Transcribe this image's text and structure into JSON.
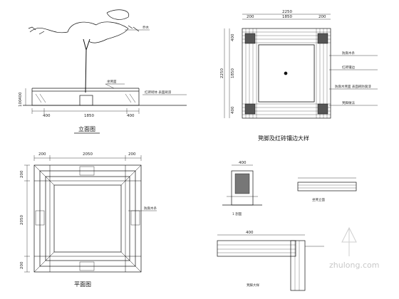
{
  "titles": {
    "elevation": "立面图",
    "detail": "凳脚及红砖镶边大样",
    "plan": "平面图"
  },
  "elevation": {
    "dims_bottom": [
      "400",
      "1850",
      "400"
    ],
    "dims_left": [
      "400",
      "100"
    ],
    "note_tree": "乔木",
    "note_bench": "坐凳面",
    "note_right": "红砖砌体 表面刷漆"
  },
  "detail": {
    "dims_top": [
      "200",
      "1850",
      "200"
    ],
    "dims_top_total": "2250",
    "dims_left": [
      "400",
      "1850",
      "400"
    ],
    "dims_left_total": "2250",
    "notes": [
      "防腐木条",
      "红砖镶边",
      "防腐木凳面 表面刷防腐漆",
      "凳脚做法"
    ]
  },
  "plan": {
    "dims_top": [
      "200",
      "2050",
      "200"
    ],
    "dims_left": [
      "200",
      "2050",
      "200"
    ],
    "note_right": "防腐木条"
  },
  "sections": {
    "label_a": "1 剖面",
    "label_b": "坐凳立面",
    "label_c": "凳脚大样",
    "dim_a": "400",
    "dim_b": "400"
  },
  "watermark": "zhulong.com"
}
